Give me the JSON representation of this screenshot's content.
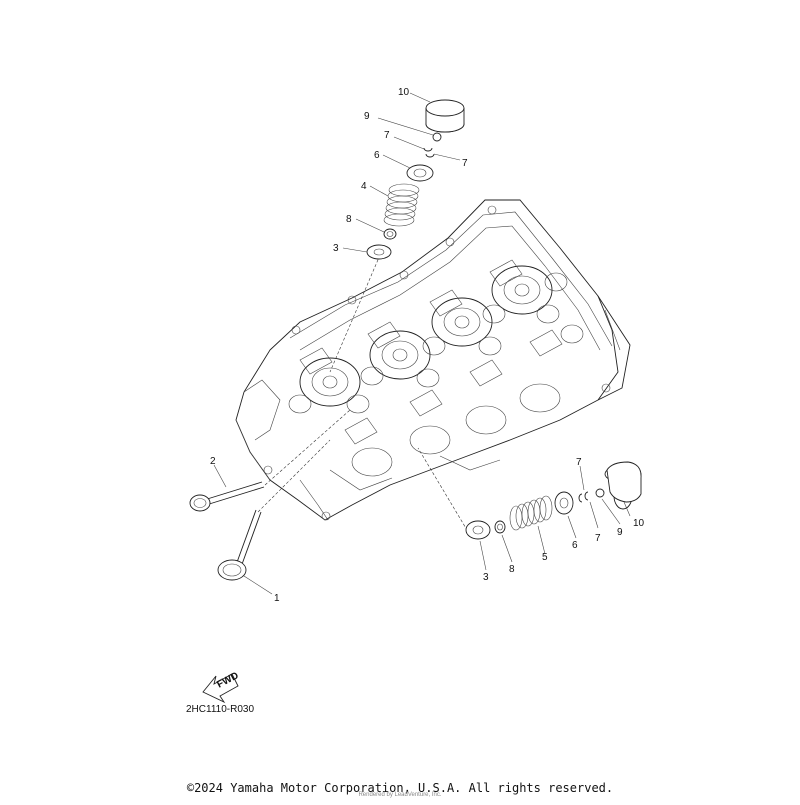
{
  "diagram": {
    "code": "2HC1110-R030",
    "direction_label": "FWD",
    "callouts": {
      "n1": "1",
      "n2": "2",
      "n3": "3",
      "n4": "4",
      "n5": "5",
      "n6": "6",
      "n7": "7",
      "n8": "8",
      "n9": "9",
      "n10": "10"
    }
  },
  "footer": {
    "copyright": "©2024 Yamaha Motor Corporation, U.S.A. All rights reserved.",
    "watermark": "Rendered by LeadVenture, Inc."
  }
}
